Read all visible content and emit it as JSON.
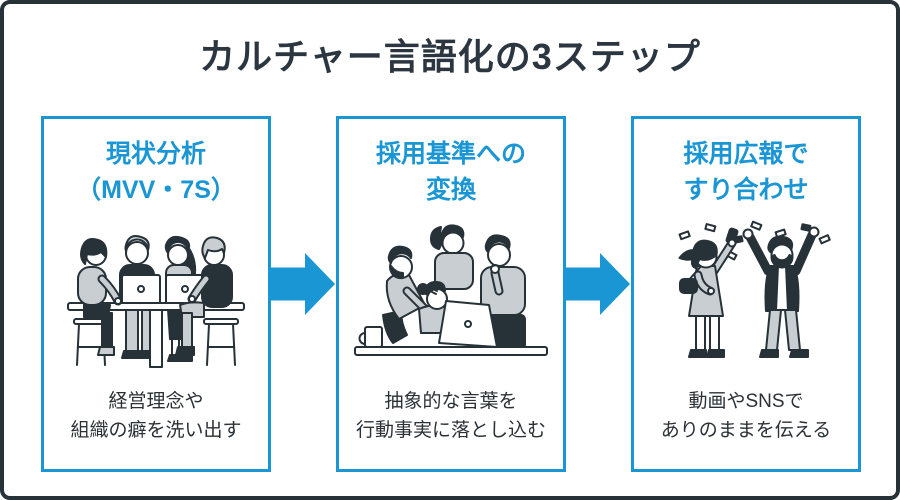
{
  "title": "カルチャー言語化の3ステップ",
  "colors": {
    "accent_blue": "#1b96d4",
    "dark_ink": "#263238",
    "border_dark": "#263238",
    "title_text": "#2b3640",
    "body_text": "#2b3136",
    "illustration_gray": "#c9ced2",
    "background": "#ffffff"
  },
  "steps": [
    {
      "heading": [
        "現状分析",
        "（MVV・7S）"
      ],
      "description": [
        "経営理念や",
        "組織の癖を洗い出す"
      ],
      "illustration": "team-meeting-illustration"
    },
    {
      "heading": [
        "採用基準への",
        "変換"
      ],
      "description": [
        "抽象的な言葉を",
        "行動事実に落とし込む"
      ],
      "illustration": "laptop-huddle-illustration"
    },
    {
      "heading": [
        "採用広報で",
        "すり合わせ"
      ],
      "description": [
        "動画やSNSで",
        "ありのままを伝える"
      ],
      "illustration": "celebration-illustration"
    }
  ],
  "icons": {
    "arrow": "right-arrow"
  }
}
